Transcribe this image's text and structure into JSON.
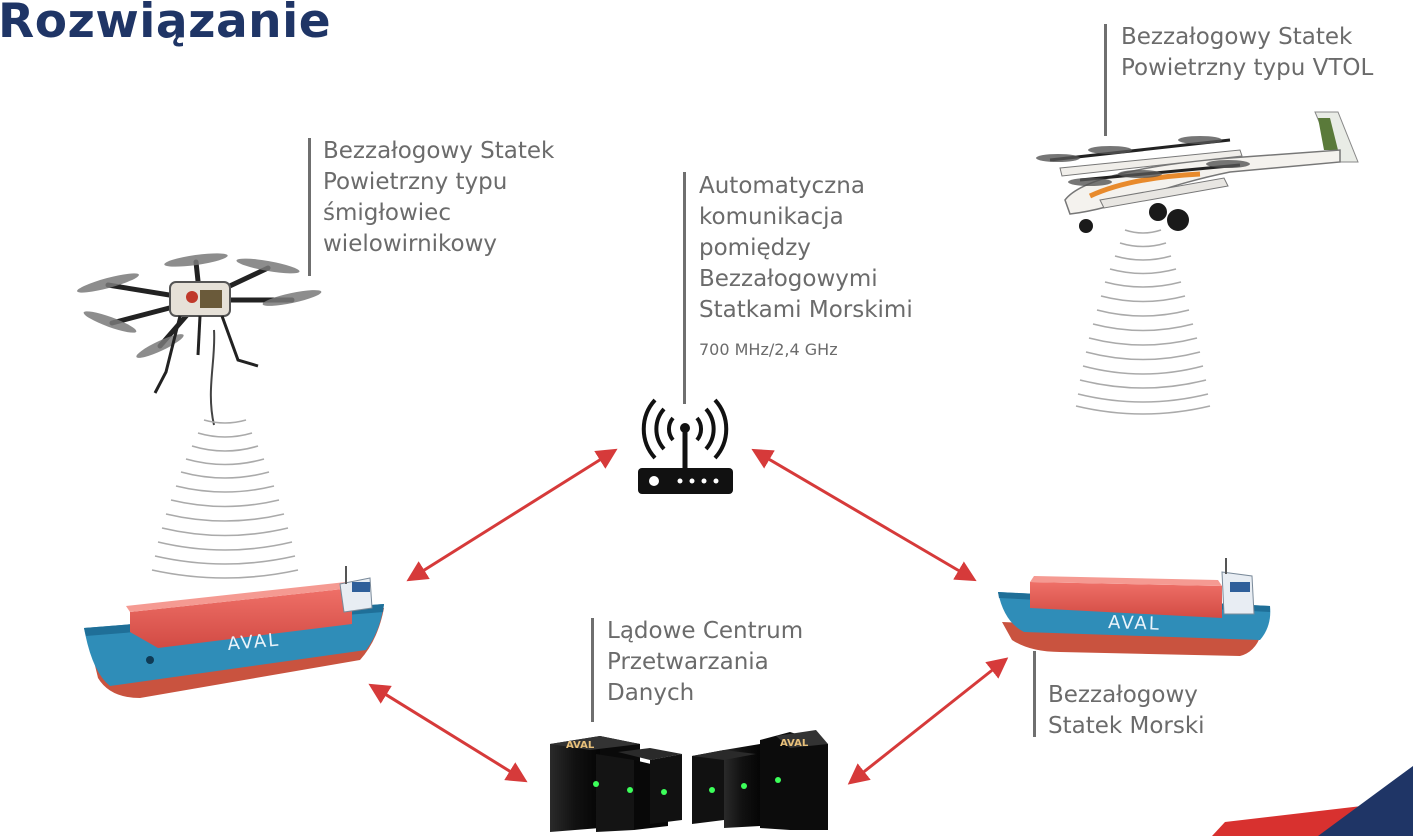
{
  "title": "Rozwiązanie",
  "labels": {
    "multirotor": [
      "Bezzałogowy Statek",
      "Powietrzny typu",
      "śmigłowiec",
      "wielowirnikowy"
    ],
    "vtol": [
      "Bezzałogowy Statek",
      "Powietrzny typu VTOL"
    ],
    "comm": [
      "Automatyczna",
      "komunikacja",
      "pomiędzy",
      "Bezzałogowymi",
      "Statkami Morskimi"
    ],
    "frequency": "700 MHz/2,4 GHz",
    "datacenter": [
      "Lądowe Centrum",
      "Przetwarzania",
      "Danych"
    ],
    "ship": [
      "Bezzałogowy",
      "Statek Morski"
    ]
  },
  "ship_hull_text": "AVAL",
  "server_logo_text": "AVAL",
  "colors": {
    "title": "#1f3566",
    "label_text": "#6b6b6b",
    "arrow": "#d63a3a",
    "hull": "#2f8db8",
    "hull_bottom": "#c9533f",
    "container": "#e05a52",
    "corner_navy": "#1f3566",
    "corner_red": "#d8312f"
  },
  "icons": [
    "router-icon",
    "multirotor-drone-icon",
    "vtol-drone-icon",
    "cargo-ship-icon",
    "server-rack-icon"
  ]
}
